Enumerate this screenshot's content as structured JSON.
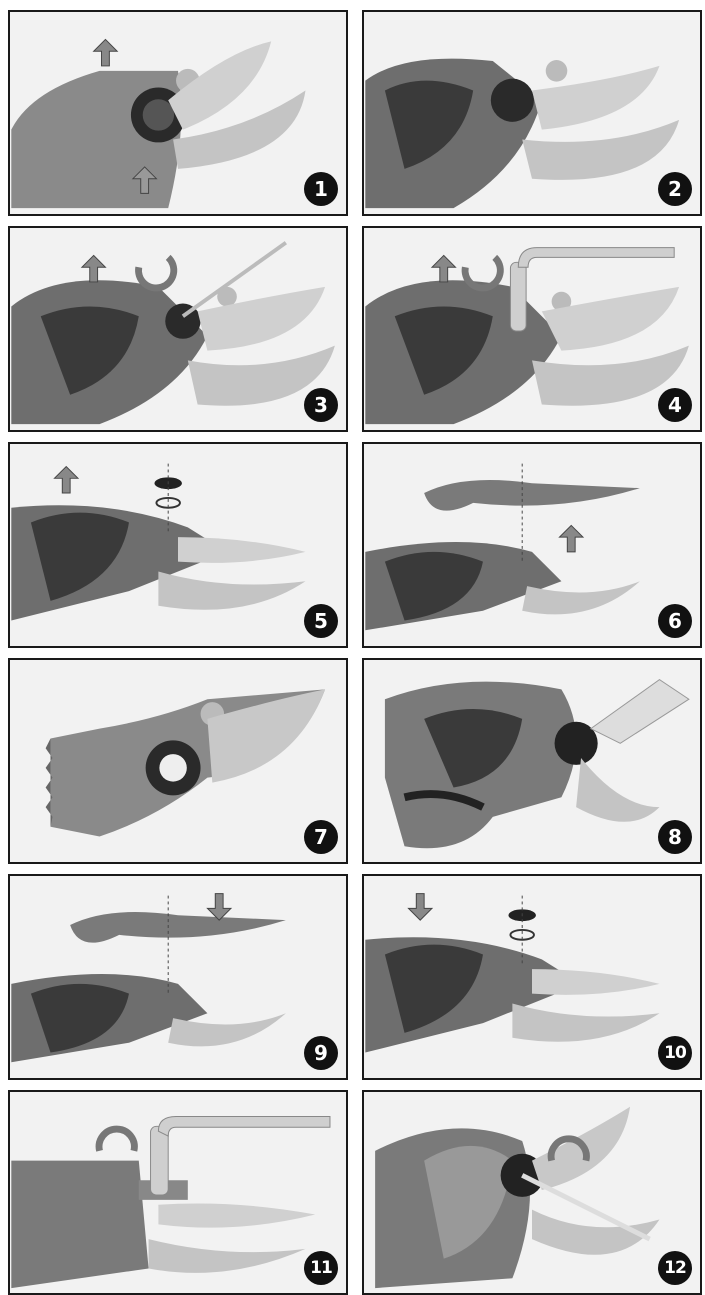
{
  "steps": [
    {
      "number": "1",
      "icons": [
        "up-arrow-icon",
        "up-arrow-icon"
      ]
    },
    {
      "number": "2",
      "icons": []
    },
    {
      "number": "3",
      "icons": [
        "up-arrow-icon",
        "rotate-icon"
      ]
    },
    {
      "number": "4",
      "icons": [
        "up-arrow-icon",
        "rotate-icon"
      ]
    },
    {
      "number": "5",
      "icons": [
        "up-arrow-icon"
      ]
    },
    {
      "number": "6",
      "icons": [
        "up-arrow-icon"
      ]
    },
    {
      "number": "7",
      "icons": []
    },
    {
      "number": "8",
      "icons": []
    },
    {
      "number": "9",
      "icons": [
        "down-arrow-icon"
      ]
    },
    {
      "number": "10",
      "icons": [
        "down-arrow-icon"
      ]
    },
    {
      "number": "11",
      "icons": [
        "rotate-icon"
      ]
    },
    {
      "number": "12",
      "icons": [
        "rotate-icon"
      ]
    }
  ],
  "colors": {
    "border": "#1a1a1a",
    "panel_bg": "#f2f2f2",
    "badge": "#111111",
    "blade": "#c8c8c8",
    "body": "#7a7a7a",
    "dark": "#2a2a2a"
  }
}
